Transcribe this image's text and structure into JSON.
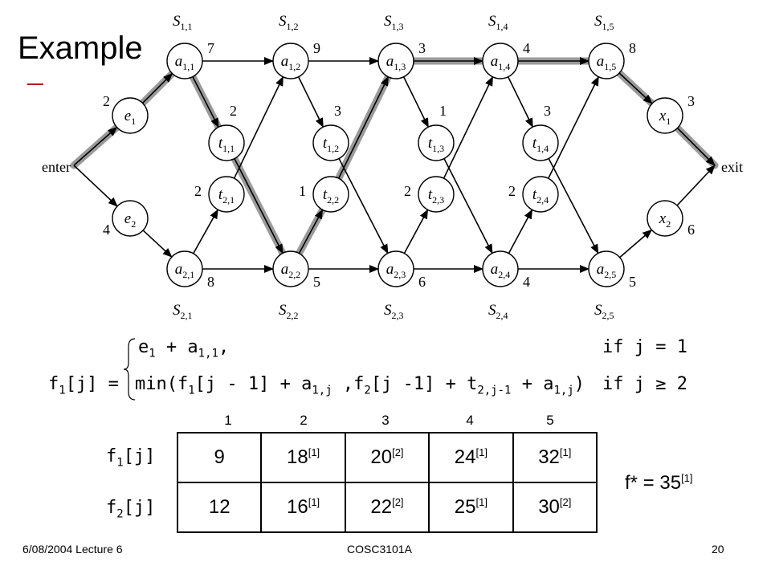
{
  "slide": {
    "title": "Example",
    "footer_left": "6/08/2004 Lecture 6",
    "footer_center": "COSC3101A",
    "footer_right": "20"
  },
  "diagram": {
    "enter_label": "enter",
    "exit_label": "exit",
    "station_labels_line1": [
      "S1,1",
      "S1,2",
      "S1,3",
      "S1,4",
      "S1,5"
    ],
    "station_labels_line2": [
      "S2,1",
      "S2,2",
      "S2,3",
      "S2,4",
      "S2,5"
    ],
    "nodes": {
      "a1": [
        "a1,1",
        "a1,2",
        "a1,3",
        "a1,4",
        "a1,5"
      ],
      "a2": [
        "a2,1",
        "a2,2",
        "a2,3",
        "a2,4",
        "a2,5"
      ],
      "t1": [
        "t1,1",
        "t1,2",
        "t1,3",
        "t1,4"
      ],
      "t2": [
        "t2,1",
        "t2,2",
        "t2,3",
        "t2,4"
      ],
      "e": [
        "e1",
        "e2"
      ],
      "x": [
        "x1",
        "x2"
      ]
    },
    "costs": {
      "e1": "2",
      "e2": "4",
      "x1": "3",
      "x2": "6",
      "a1": [
        "7",
        "9",
        "3",
        "4",
        "8"
      ],
      "a2": [
        "8",
        "5",
        "6",
        "4",
        "5"
      ],
      "t1": [
        "2",
        "3",
        "1",
        "3"
      ],
      "t2": [
        "2",
        "1",
        "2",
        "2"
      ]
    },
    "highlighted_path": [
      "enter",
      "e1",
      "a1,1",
      "t1,1",
      "a2,2",
      "t2,2",
      "a1,3",
      "a1,4",
      "a1,5",
      "x1",
      "exit"
    ]
  },
  "recurrence": {
    "case1_expr": "e1 + a1,1,",
    "case1_cond": "if j = 1",
    "case2_lhs": "f1[j] =",
    "case2_expr": "min(f1[j - 1] + a1,j ,f2[j -1] + t2,j-1 + a1,j)",
    "case2_cond": "if j ≥ 2"
  },
  "table": {
    "col_indices": [
      "1",
      "2",
      "3",
      "4",
      "5"
    ],
    "row_labels": [
      "f1[j]",
      "f2[j]"
    ],
    "rows": [
      [
        {
          "v": "9",
          "s": ""
        },
        {
          "v": "18",
          "s": "[1]"
        },
        {
          "v": "20",
          "s": "[2]"
        },
        {
          "v": "24",
          "s": "[1]"
        },
        {
          "v": "32",
          "s": "[1]"
        }
      ],
      [
        {
          "v": "12",
          "s": ""
        },
        {
          "v": "16",
          "s": "[1]"
        },
        {
          "v": "22",
          "s": "[2]"
        },
        {
          "v": "25",
          "s": "[1]"
        },
        {
          "v": "30",
          "s": "[2]"
        }
      ]
    ]
  },
  "result": {
    "label": "f* = ",
    "value": "35",
    "sup": "[1]"
  }
}
